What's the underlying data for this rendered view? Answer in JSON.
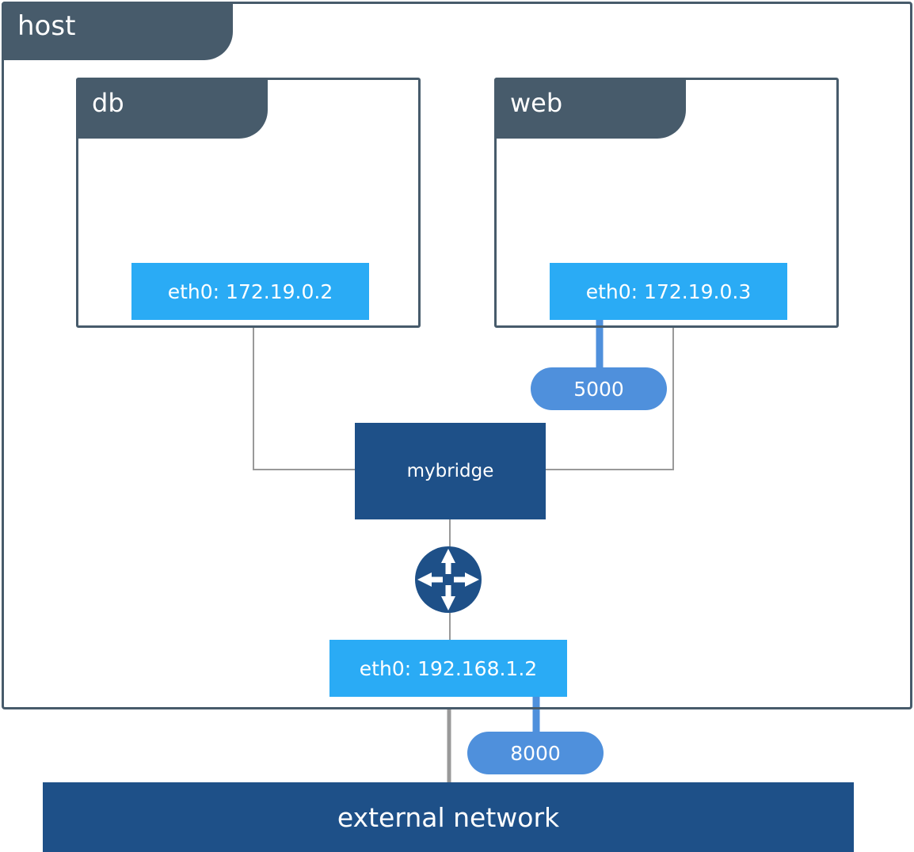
{
  "host": {
    "label": "host"
  },
  "containers": [
    {
      "name": "db",
      "interface": "eth0: 172.19.0.2"
    },
    {
      "name": "web",
      "interface": "eth0: 172.19.0.3",
      "port": "5000"
    }
  ],
  "bridge": {
    "label": "mybridge"
  },
  "router": {
    "icon": "router-icon"
  },
  "host_interface": {
    "label": "eth0: 192.168.1.2",
    "port": "8000"
  },
  "external_network": {
    "label": "external network"
  },
  "colors": {
    "frame": "#475b6b",
    "interface": "#2aabf5",
    "port": "#4f90dc",
    "bridge": "#1e5088",
    "wire": "#999999"
  }
}
